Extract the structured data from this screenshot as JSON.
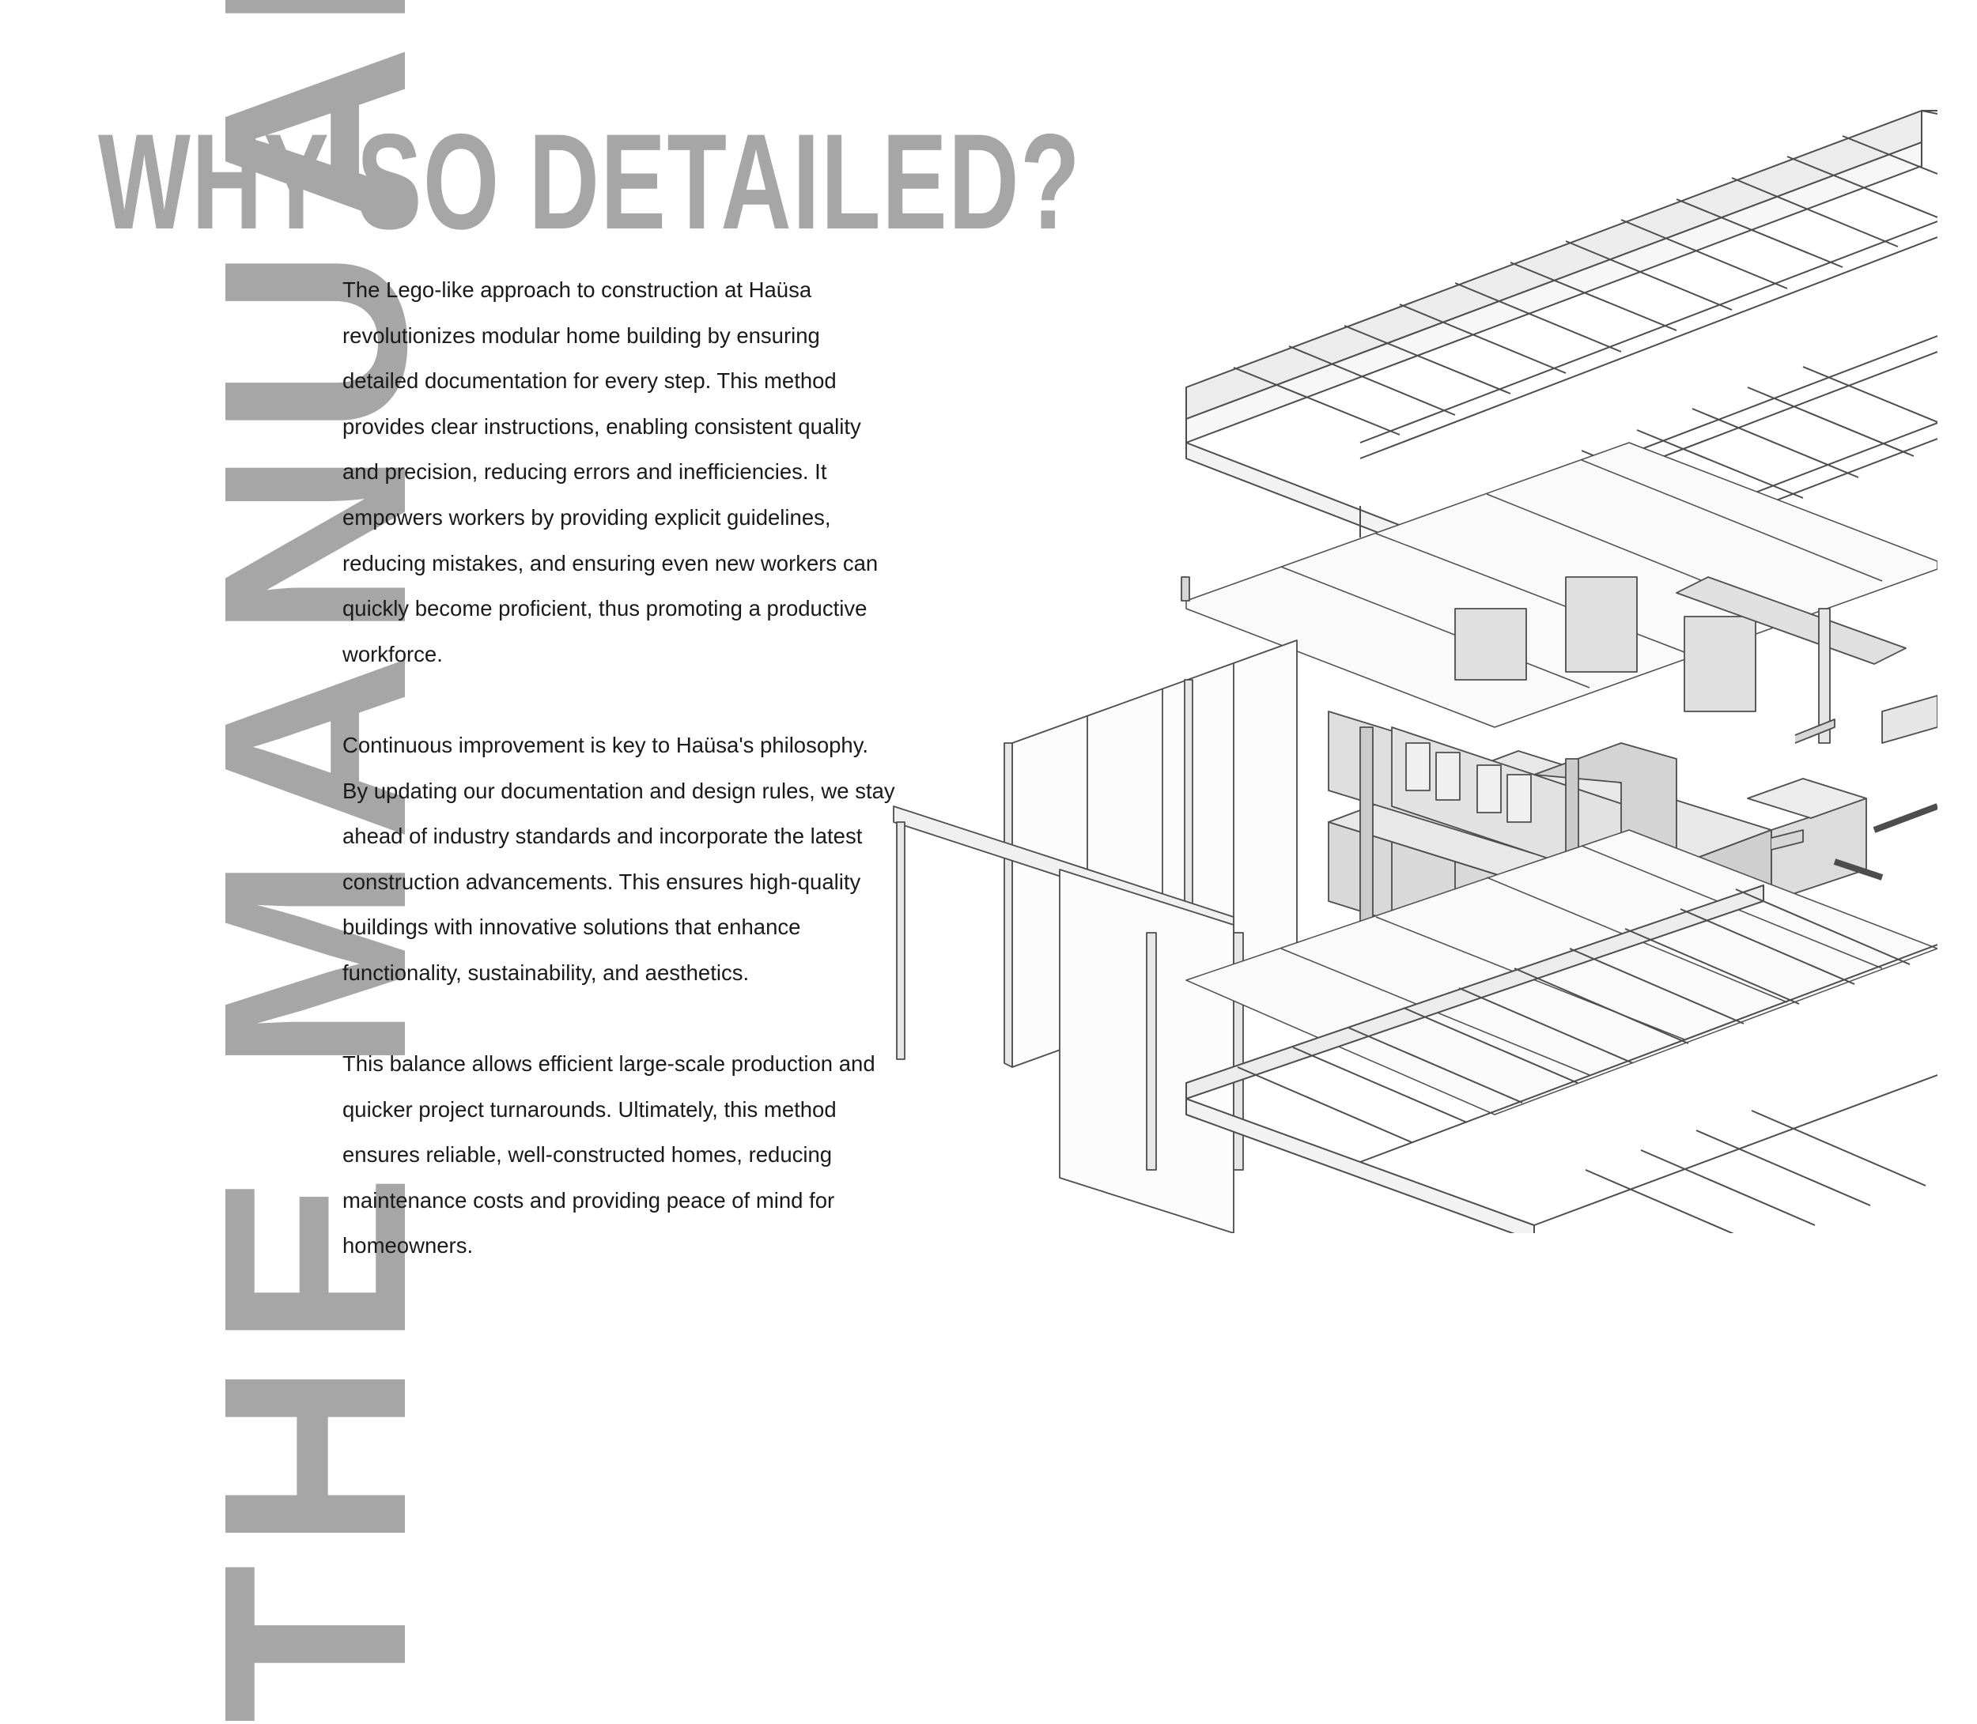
{
  "side_title": "THE MANUAL",
  "heading": "WHY SO DETAILED?",
  "paragraphs": [
    "The Lego-like approach to construction at Haüsa revolutionizes modular home building by ensuring detailed documentation for every step. This method provides clear instructions, enabling consistent quality and precision, reducing errors and inefficiencies. It empowers workers by providing explicit guidelines, reducing mistakes, and ensuring even new workers can quickly become proficient, thus promoting a productive workforce.",
    "Continuous improvement is key to Haüsa's philosophy. By updating our documentation and design rules, we stay ahead of industry standards and incorporate the latest construction advancements. This ensures high-quality buildings with innovative solutions that enhance functionality, sustainability, and aesthetics.",
    "This balance allows efficient large-scale production and quicker project turnarounds. Ultimately, this method ensures reliable, well-constructed homes, reducing maintenance costs and providing peace of mind for homeowners."
  ],
  "colors": {
    "heading_gray": "#a6a6a6",
    "text": "#1a1a1a",
    "line": "#4d4d4d",
    "fill": "#e0e0e0"
  },
  "illustration": "exploded-axonometric-modular-house-drawing"
}
